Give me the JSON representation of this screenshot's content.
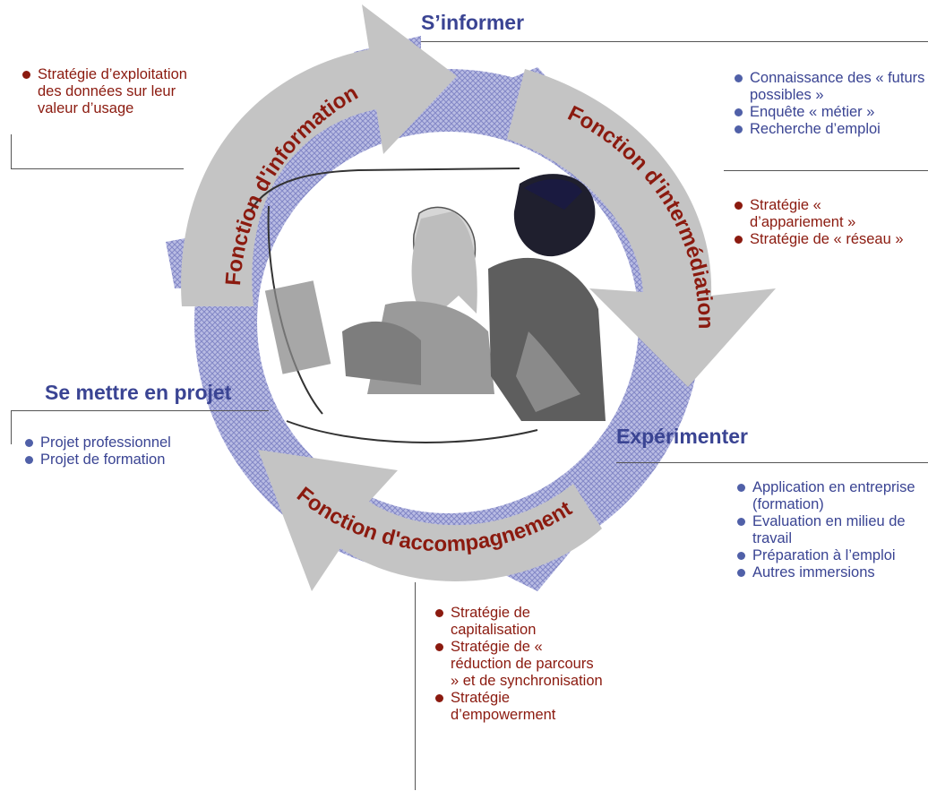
{
  "phases": {
    "informer": "S’informer",
    "projet": "Se mettre en projet",
    "experimenter": "Expérimenter"
  },
  "functions": {
    "information": "Fonction d'information",
    "intermediation": "Fonction d'intermédiation",
    "accompagnement": "Fonction d'accompagnement"
  },
  "lists": {
    "information_strategies": [
      "Stratégie d’exploitation des données sur leur valeur d’usage"
    ],
    "informer_items": [
      "Connaissance des « futurs possibles »",
      "Enquête « métier »",
      "Recherche d’emploi"
    ],
    "intermediation_strategies": [
      "Stratégie « d’appariement »",
      "Stratégie de « réseau »"
    ],
    "projet_items": [
      "Projet professionnel",
      "Projet de formation"
    ],
    "experimenter_items": [
      "Application en entreprise (formation)",
      "Evaluation en milieu de travail",
      "Préparation à l’emploi",
      "Autres immersions"
    ],
    "accompagnement_strategies": [
      "Stratégie de capitalisation",
      "Stratégie de « réduction de parcours » et de synchronisation",
      "Stratégie d’empowerment"
    ]
  },
  "colors": {
    "phase_blue": "#3a4493",
    "strategy_red": "#8b1a0f",
    "arrow_gray": "#c4c4c4",
    "hatch_blue": "#a6a9d8"
  }
}
